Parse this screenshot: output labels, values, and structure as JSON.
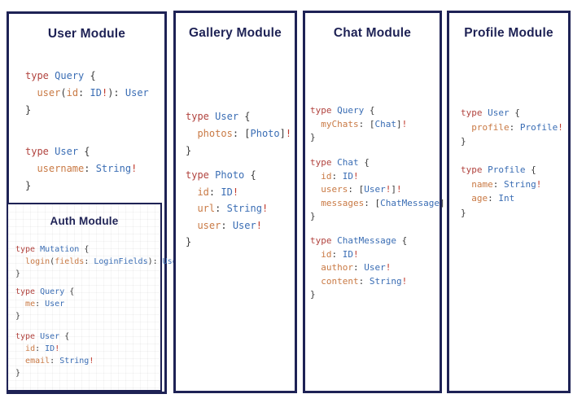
{
  "colors": {
    "navy": "#1e2255",
    "keyword": "#b1433e",
    "type": "#3a6db4",
    "field": "#c97a45",
    "bang": "#c0392b",
    "punct": "#3a3a3a"
  },
  "panels": [
    {
      "title": "User Module",
      "blocks": [
        [
          [
            [
              "type",
              "kw"
            ],
            [
              " ",
              "pu"
            ],
            [
              "Query",
              "ty"
            ],
            [
              " {",
              "pu"
            ]
          ],
          [
            [
              "  ",
              "pu"
            ],
            [
              "user",
              "fi"
            ],
            [
              "(",
              "pu"
            ],
            [
              "id",
              "fi"
            ],
            [
              ": ",
              "pu"
            ],
            [
              "ID",
              "ty"
            ],
            [
              "!",
              "bg"
            ],
            [
              "): ",
              "pu"
            ],
            [
              "User",
              "ty"
            ]
          ],
          [
            [
              "}",
              "pu"
            ]
          ]
        ],
        [
          [
            [
              "type",
              "kw"
            ],
            [
              " ",
              "pu"
            ],
            [
              "User",
              "ty"
            ],
            [
              " {",
              "pu"
            ]
          ],
          [
            [
              "  ",
              "pu"
            ],
            [
              "username",
              "fi"
            ],
            [
              ": ",
              "pu"
            ],
            [
              "String",
              "ty"
            ],
            [
              "!",
              "bg"
            ]
          ],
          [
            [
              "}",
              "pu"
            ]
          ]
        ]
      ]
    },
    {
      "title": "Gallery Module",
      "blocks": [
        [
          [
            [
              "type",
              "kw"
            ],
            [
              " ",
              "pu"
            ],
            [
              "User",
              "ty"
            ],
            [
              " {",
              "pu"
            ]
          ],
          [
            [
              "  ",
              "pu"
            ],
            [
              "photos",
              "fi"
            ],
            [
              ": ",
              "pu"
            ],
            [
              "[",
              "pu"
            ],
            [
              "Photo",
              "ty"
            ],
            [
              "]",
              "pu"
            ],
            [
              "!",
              "bg"
            ]
          ],
          [
            [
              "}",
              "pu"
            ]
          ]
        ],
        [
          [
            [
              "type",
              "kw"
            ],
            [
              " ",
              "pu"
            ],
            [
              "Photo",
              "ty"
            ],
            [
              " {",
              "pu"
            ]
          ],
          [
            [
              "  ",
              "pu"
            ],
            [
              "id",
              "fi"
            ],
            [
              ": ",
              "pu"
            ],
            [
              "ID",
              "ty"
            ],
            [
              "!",
              "bg"
            ]
          ],
          [
            [
              "  ",
              "pu"
            ],
            [
              "url",
              "fi"
            ],
            [
              ": ",
              "pu"
            ],
            [
              "String",
              "ty"
            ],
            [
              "!",
              "bg"
            ]
          ],
          [
            [
              "  ",
              "pu"
            ],
            [
              "user",
              "fi"
            ],
            [
              ": ",
              "pu"
            ],
            [
              "User",
              "ty"
            ],
            [
              "!",
              "bg"
            ]
          ],
          [
            [
              "}",
              "pu"
            ]
          ]
        ]
      ]
    },
    {
      "title": "Chat Module",
      "blocks": [
        [
          [
            [
              "type",
              "kw"
            ],
            [
              " ",
              "pu"
            ],
            [
              "Query",
              "ty"
            ],
            [
              " {",
              "pu"
            ]
          ],
          [
            [
              "  ",
              "pu"
            ],
            [
              "myChats",
              "fi"
            ],
            [
              ": ",
              "pu"
            ],
            [
              "[",
              "pu"
            ],
            [
              "Chat",
              "ty"
            ],
            [
              "]",
              "pu"
            ],
            [
              "!",
              "bg"
            ]
          ],
          [
            [
              "}",
              "pu"
            ]
          ]
        ],
        [
          [
            [
              "type",
              "kw"
            ],
            [
              " ",
              "pu"
            ],
            [
              "Chat",
              "ty"
            ],
            [
              " {",
              "pu"
            ]
          ],
          [
            [
              "  ",
              "pu"
            ],
            [
              "id",
              "fi"
            ],
            [
              ": ",
              "pu"
            ],
            [
              "ID",
              "ty"
            ],
            [
              "!",
              "bg"
            ]
          ],
          [
            [
              "  ",
              "pu"
            ],
            [
              "users",
              "fi"
            ],
            [
              ": ",
              "pu"
            ],
            [
              "[",
              "pu"
            ],
            [
              "User",
              "ty"
            ],
            [
              "!",
              "bg"
            ],
            [
              "]",
              "pu"
            ],
            [
              "!",
              "bg"
            ]
          ],
          [
            [
              "  ",
              "pu"
            ],
            [
              "messages",
              "fi"
            ],
            [
              ": ",
              "pu"
            ],
            [
              "[",
              "pu"
            ],
            [
              "ChatMessage",
              "ty"
            ],
            [
              "]",
              "pu"
            ],
            [
              "!",
              "bg"
            ]
          ],
          [
            [
              "}",
              "pu"
            ]
          ]
        ],
        [
          [
            [
              "type",
              "kw"
            ],
            [
              " ",
              "pu"
            ],
            [
              "ChatMessage",
              "ty"
            ],
            [
              " {",
              "pu"
            ]
          ],
          [
            [
              "  ",
              "pu"
            ],
            [
              "id",
              "fi"
            ],
            [
              ": ",
              "pu"
            ],
            [
              "ID",
              "ty"
            ],
            [
              "!",
              "bg"
            ]
          ],
          [
            [
              "  ",
              "pu"
            ],
            [
              "author",
              "fi"
            ],
            [
              ": ",
              "pu"
            ],
            [
              "User",
              "ty"
            ],
            [
              "!",
              "bg"
            ]
          ],
          [
            [
              "  ",
              "pu"
            ],
            [
              "content",
              "fi"
            ],
            [
              ": ",
              "pu"
            ],
            [
              "String",
              "ty"
            ],
            [
              "!",
              "bg"
            ]
          ],
          [
            [
              "}",
              "pu"
            ]
          ]
        ]
      ]
    },
    {
      "title": "Profile Module",
      "blocks": [
        [
          [
            [
              "type",
              "kw"
            ],
            [
              " ",
              "pu"
            ],
            [
              "User",
              "ty"
            ],
            [
              " {",
              "pu"
            ]
          ],
          [
            [
              "  ",
              "pu"
            ],
            [
              "profile",
              "fi"
            ],
            [
              ": ",
              "pu"
            ],
            [
              "Profile",
              "ty"
            ],
            [
              "!",
              "bg"
            ]
          ],
          [
            [
              "}",
              "pu"
            ]
          ]
        ],
        [
          [
            [
              "type",
              "kw"
            ],
            [
              " ",
              "pu"
            ],
            [
              "Profile",
              "ty"
            ],
            [
              " {",
              "pu"
            ]
          ],
          [
            [
              "  ",
              "pu"
            ],
            [
              "name",
              "fi"
            ],
            [
              ": ",
              "pu"
            ],
            [
              "String",
              "ty"
            ],
            [
              "!",
              "bg"
            ]
          ],
          [
            [
              "  ",
              "pu"
            ],
            [
              "age",
              "fi"
            ],
            [
              ": ",
              "pu"
            ],
            [
              "Int",
              "ty"
            ]
          ],
          [
            [
              "}",
              "pu"
            ]
          ]
        ]
      ]
    }
  ],
  "auth": {
    "title": "Auth Module",
    "blocks": [
      [
        [
          [
            "type",
            "kw"
          ],
          [
            " ",
            "pu"
          ],
          [
            "Mutation",
            "ty"
          ],
          [
            " {",
            "pu"
          ]
        ],
        [
          [
            "  ",
            "pu"
          ],
          [
            "login",
            "fi"
          ],
          [
            "(",
            "pu"
          ],
          [
            "fields",
            "fi"
          ],
          [
            ": ",
            "pu"
          ],
          [
            "LoginFields",
            "ty"
          ],
          [
            "): ",
            "pu"
          ],
          [
            "User",
            "ty"
          ]
        ],
        [
          [
            "}",
            "pu"
          ]
        ]
      ],
      [
        [
          [
            "type",
            "kw"
          ],
          [
            " ",
            "pu"
          ],
          [
            "Query",
            "ty"
          ],
          [
            " {",
            "pu"
          ]
        ],
        [
          [
            "  ",
            "pu"
          ],
          [
            "me",
            "fi"
          ],
          [
            ": ",
            "pu"
          ],
          [
            "User",
            "ty"
          ]
        ],
        [
          [
            "}",
            "pu"
          ]
        ]
      ],
      [
        [
          [
            "type",
            "kw"
          ],
          [
            " ",
            "pu"
          ],
          [
            "User",
            "ty"
          ],
          [
            " {",
            "pu"
          ]
        ],
        [
          [
            "  ",
            "pu"
          ],
          [
            "id",
            "fi"
          ],
          [
            ": ",
            "pu"
          ],
          [
            "ID",
            "ty"
          ],
          [
            "!",
            "bg"
          ]
        ],
        [
          [
            "  ",
            "pu"
          ],
          [
            "email",
            "fi"
          ],
          [
            ": ",
            "pu"
          ],
          [
            "String",
            "ty"
          ],
          [
            "!",
            "bg"
          ]
        ],
        [
          [
            "}",
            "pu"
          ]
        ]
      ]
    ]
  }
}
